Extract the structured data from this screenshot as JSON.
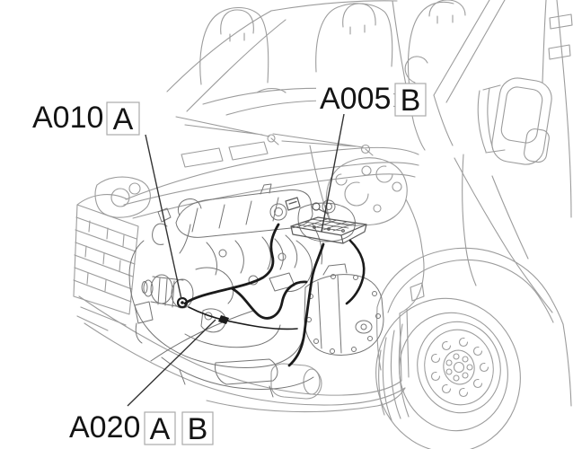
{
  "diagram": {
    "background": "#ffffff",
    "colors": {
      "body_line": "#9c9c9c",
      "engine_line": "#757575",
      "harness_line": "#1b1b1b",
      "leader_line": "#333333",
      "label_text": "#141414",
      "label_box_border": "#ababab"
    },
    "callouts": {
      "a010": {
        "code": "A010",
        "boxes": [
          "A"
        ]
      },
      "a005": {
        "code": "A005",
        "boxes": [
          "B"
        ]
      },
      "a020": {
        "code": "A020",
        "boxes": [
          "A",
          "B"
        ]
      }
    }
  }
}
